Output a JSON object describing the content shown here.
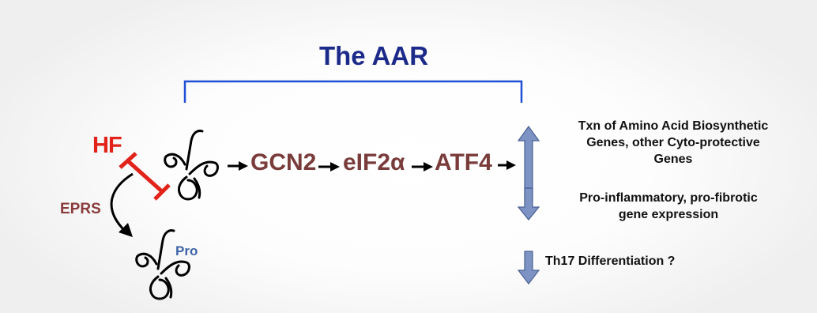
{
  "title": "The AAR",
  "inhibitor_label": "HF",
  "enzyme_label": "EPRS",
  "amino_acid_label": "Pro",
  "pathway": {
    "step1": "GCN2",
    "step2": "eIF2α",
    "step3": "ATF4"
  },
  "outcomes": [
    {
      "direction": "up",
      "lines": [
        "Txn of Amino Acid Biosynthetic",
        "Genes, other Cyto-protective",
        "Genes"
      ]
    },
    {
      "direction": "down",
      "lines": [
        "Pro-inflammatory, pro-fibrotic",
        "gene expression"
      ]
    },
    {
      "direction": "down",
      "lines": [
        "Th17 Differentiation ?"
      ]
    }
  ],
  "colors": {
    "title": "#1c2a8a",
    "bracket": "#1f4fd6",
    "inhibitor": "#e2231a",
    "enzyme": "#8a3b3b",
    "pathway_text": "#7a3b3b",
    "amino_acid": "#3c63a6",
    "block_arrow_fill": "#7d93c4",
    "block_arrow_stroke": "#4a5f93"
  },
  "icons": {
    "uncharged_trna": "trna-cloverleaf-icon",
    "charged_trna": "trna-cloverleaf-icon",
    "up": "block-arrow-up-icon",
    "down": "block-arrow-down-icon"
  }
}
